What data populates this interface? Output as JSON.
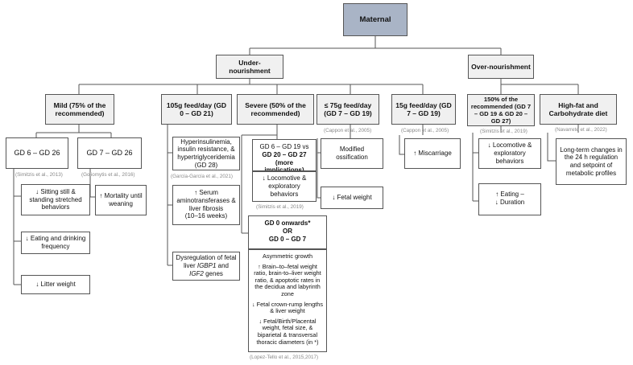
{
  "root": "Maternal",
  "under": "Under-nourishment",
  "over": "Over-nourishment",
  "mild": "Mild (75% of the recommended)",
  "feed105": "105g feed/day (GD 0 – GD 21)",
  "severe": "Severe (50% of the recommended)",
  "feed75": "≤ 75g feed/day (GD 7 – GD 19)",
  "feed15": "15g feed/day (GD 7 – GD 19)",
  "rec150": "150% of the recommended (GD 7 – GD 19 & GD 20 – GD 27)",
  "hfcd": "High-fat and Carbohydrate diet",
  "gd626": "GD 6 – GD 26",
  "gd726": "GD 7 – GD 26",
  "cite_simitzis2013": "(Simitzis et al., 2013)",
  "cite_goliomytis2016": "(Goliomytis et al., 2016)",
  "cite_garcia2021": "(García-García et al., 2021)",
  "cite_cappon2005a": "(Cappon et al., 2005)",
  "cite_cappon2005b": "(Cappon et al., 2005)",
  "cite_simitzis2019a": "(Simitzis et al., 2019)",
  "cite_simitzis2019b": "(Simitzis et al., 2019)",
  "cite_navarrete2022": "(Navarrete et al., 2022)",
  "cite_lopez": "(Lopez-Tello et al., 2015,2017)",
  "sitting": "↓ Sitting still & standing stretched behaviors",
  "eating_freq": "↓ Eating and drinking frequency",
  "litter": "↓ Litter weight",
  "mortality": "↑ Mortality until weaning",
  "hyperins": "Hyperinsulinemia, insulin resistance, & hypertriglyceridemia (GD 28)",
  "serum": "↑ Serum aminotransferases & liver fibrosis",
  "serum_weeks": "(10–16 weeks)",
  "dysreg_pre": "Dysregulation of fetal liver ",
  "dysreg_igbp": "IGBP1",
  "dysreg_mid": " and ",
  "dysreg_igf": "IGF2",
  "dysreg_post": " genes",
  "gd619_a": "GD 6 – GD 19 vs",
  "gd619_b": "GD 20 – GD 27",
  "gd619_c": "(more implications)",
  "locomotive_sev": "↓ Locomotive & exploratory behaviors",
  "gd0_a": "GD 0 onwards*",
  "gd0_or": "OR",
  "gd0_b": "GD 0 – GD 7",
  "asym": "Asymmetric growth",
  "brain": "↑ Brain–to–fetal weight ratio, brain-to–liver weight ratio, & apoptotic rates in the decidua and labyrinth zone",
  "crown": "↓ Fetal crown-rump lengths & liver weight",
  "fetalbirth": "↓ Fetal/Birth/Placental weight, fetal size, & biparietal & transversal thoracic diameters (in *)",
  "ossif": "Modified ossification",
  "fetalweight": "↓ Fetal weight",
  "miscarriage": "↑ Miscarriage",
  "locomotive_over": "↓ Locomotive & exploratory behaviors",
  "eating_dur_a": "↑ Eating –",
  "eating_dur_b": "↓ Duration",
  "longterm": "Long-term changes in the 24 h regulation and setpoint of metabolic profiles",
  "colors": {
    "root_fill": "#a9b4c6",
    "header_fill": "#f0f0f0",
    "line": "#555555",
    "citation": "#888888"
  }
}
